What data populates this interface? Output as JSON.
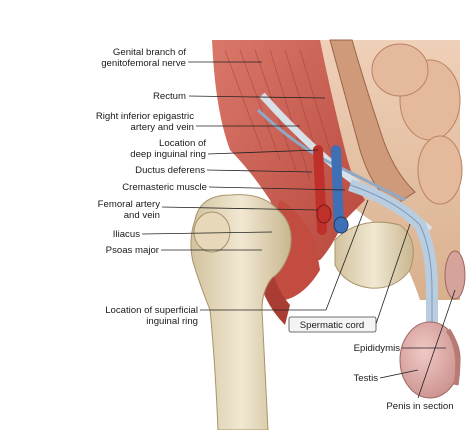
{
  "labels": {
    "genital_branch_1": "Genital branch of",
    "genital_branch_2": "genitofemoral nerve",
    "rectum": "Rectum",
    "inferior_epigastric_1": "Right inferior epigastric",
    "inferior_epigastric_2": "artery and vein",
    "deep_ring_1": "Location of",
    "deep_ring_2": "deep inguinal ring",
    "ductus_deferens": "Ductus deferens",
    "cremasteric_muscle": "Cremasteric muscle",
    "femoral_1": "Femoral artery",
    "femoral_2": "and vein",
    "iliacus": "Iliacus",
    "psoas_major": "Psoas major",
    "superficial_ring_1": "Location of superficial",
    "superficial_ring_2": "inguinal ring",
    "spermatic_cord": "Spermatic cord",
    "epididymis": "Epididymis",
    "testis": "Testis",
    "penis": "Penis in section"
  },
  "colors": {
    "muscle": "#c8564a",
    "bone": "#e8dcc0",
    "vessel_red": "#c0302a",
    "vessel_blue": "#3f6fb4",
    "cord": "#b9cde0",
    "testis": "#e3b3b0"
  }
}
